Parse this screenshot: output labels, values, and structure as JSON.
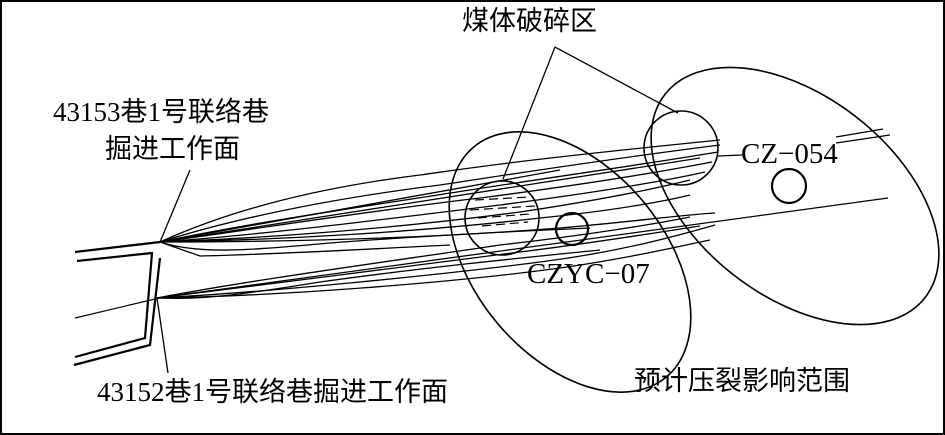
{
  "labels": {
    "broken_zone": "煤体破碎区",
    "face_43153_line1": "43153巷1号联络巷",
    "face_43153_line2": "掘进工作面",
    "face_43152": "43152巷1号联络巷掘进工作面",
    "borehole_czyc": "CZYC−07",
    "borehole_cz": "CZ−054",
    "fracture_range": "预计压裂影响范围"
  },
  "colors": {
    "line": "#000000",
    "background": "#ffffff"
  }
}
